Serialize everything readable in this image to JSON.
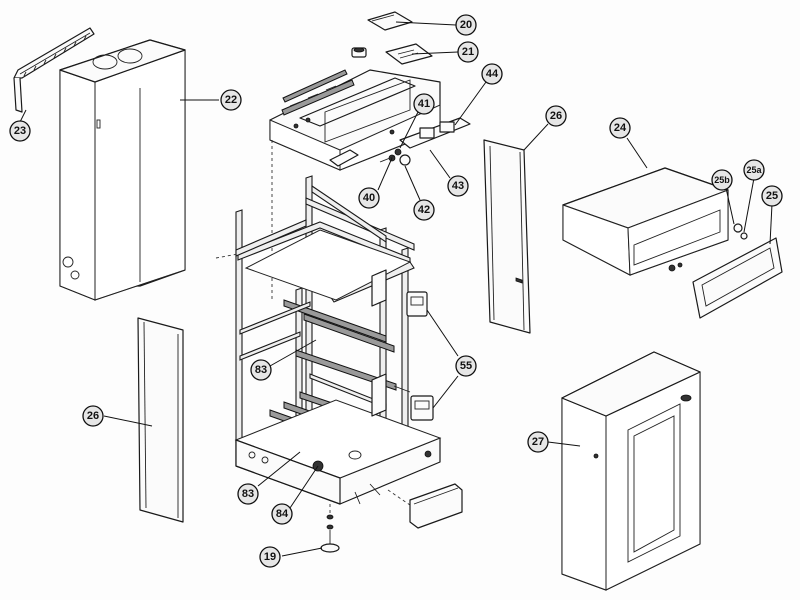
{
  "callouts": [
    {
      "id": "c20",
      "label": "20"
    },
    {
      "id": "c21",
      "label": "21"
    },
    {
      "id": "c22",
      "label": "22"
    },
    {
      "id": "c23",
      "label": "23"
    },
    {
      "id": "c44",
      "label": "44"
    },
    {
      "id": "c41",
      "label": "41"
    },
    {
      "id": "c26a",
      "label": "26"
    },
    {
      "id": "c24",
      "label": "24"
    },
    {
      "id": "c40",
      "label": "40"
    },
    {
      "id": "c42",
      "label": "42"
    },
    {
      "id": "c43",
      "label": "43"
    },
    {
      "id": "c25b",
      "label": "25b"
    },
    {
      "id": "c25a",
      "label": "25a"
    },
    {
      "id": "c25",
      "label": "25"
    },
    {
      "id": "c55",
      "label": "55"
    },
    {
      "id": "c83a",
      "label": "83"
    },
    {
      "id": "c26b",
      "label": "26"
    },
    {
      "id": "c27",
      "label": "27"
    },
    {
      "id": "c83b",
      "label": "83"
    },
    {
      "id": "c84",
      "label": "84"
    },
    {
      "id": "c19",
      "label": "19"
    }
  ]
}
